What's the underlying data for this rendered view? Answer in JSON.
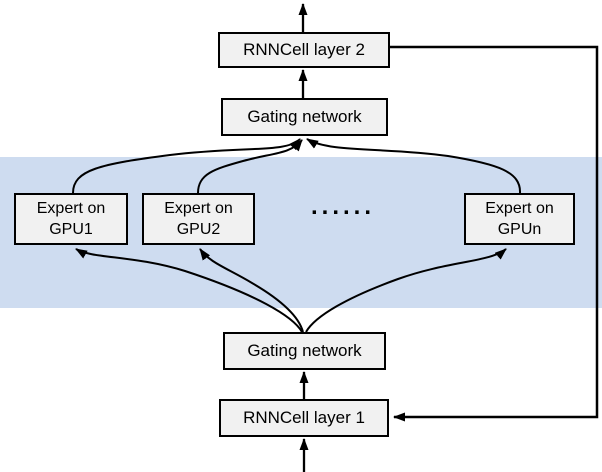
{
  "diagram": {
    "type": "architecture-flow",
    "nodes": {
      "rnncell2": {
        "label": "RNNCell layer 2"
      },
      "gating_top": {
        "label": "Gating network"
      },
      "expert1": {
        "line1": "Expert on",
        "line2": "GPU1"
      },
      "expert2": {
        "line1": "Expert on",
        "line2": "GPU2"
      },
      "expertn": {
        "line1": "Expert on",
        "line2": "GPUn"
      },
      "ellipsis": "......",
      "gating_bottom": {
        "label": "Gating network"
      },
      "rnncell1": {
        "label": "RNNCell layer 1"
      }
    },
    "edges": [
      {
        "from": "input",
        "to": "rnncell1"
      },
      {
        "from": "rnncell1",
        "to": "gating_bottom"
      },
      {
        "from": "gating_bottom",
        "to": "expert1"
      },
      {
        "from": "gating_bottom",
        "to": "expert2"
      },
      {
        "from": "gating_bottom",
        "to": "expertn"
      },
      {
        "from": "expert1",
        "to": "gating_top"
      },
      {
        "from": "expert2",
        "to": "gating_top"
      },
      {
        "from": "expertn",
        "to": "gating_top"
      },
      {
        "from": "gating_top",
        "to": "rnncell2"
      },
      {
        "from": "rnncell2",
        "to": "output"
      },
      {
        "from": "rnncell2",
        "to": "rnncell1",
        "style": "recurrent-feedback-right-side"
      }
    ],
    "colors": {
      "band": "#cedcf0",
      "node_fill": "#f1f1f1",
      "line": "#000000",
      "background": "#ffffff"
    }
  }
}
